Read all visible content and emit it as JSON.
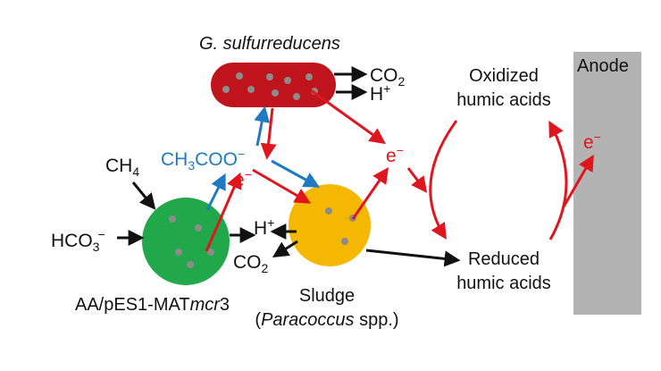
{
  "colors": {
    "geobacter_fill": "#c0141c",
    "geobacter_dot": "#8c8c8c",
    "methanogen_fill": "#20a84a",
    "sludge_fill": "#f5b800",
    "anode_fill": "#b3b3b3",
    "electron_arrow": "#e0161e",
    "acetate_arrow": "#1f7ac4",
    "black_arrow": "#111111"
  },
  "labels": {
    "geobacter": "G. sulfurreducens",
    "co2_top": {
      "base": "CO",
      "sub": "2"
    },
    "h_top": {
      "base": "H",
      "sup": "+"
    },
    "ch4": {
      "base": "CH",
      "sub": "4"
    },
    "acetate": {
      "a": "CH",
      "sub": "3",
      "b": "COO",
      "sup": "−"
    },
    "hco3": {
      "base": "HCO",
      "sub": "3",
      "sup": "−"
    },
    "h_mid": {
      "base": "H",
      "sup": "+"
    },
    "co2_low": {
      "base": "CO",
      "sub": "2"
    },
    "methanogen": {
      "a": "AA/pES1-MAT",
      "b": "mcr",
      "c": "3"
    },
    "sludge_line1": "Sludge",
    "sludge_line2": {
      "open": "(",
      "genus": "Paracoccus",
      "rest": " spp.)"
    },
    "oxidized_line1": "Oxidized",
    "oxidized_line2": "humic acids",
    "reduced_line1": "Reduced",
    "reduced_line2": "humic acids",
    "anode": "Anode",
    "electron": {
      "base": "e",
      "sup": "−"
    }
  }
}
